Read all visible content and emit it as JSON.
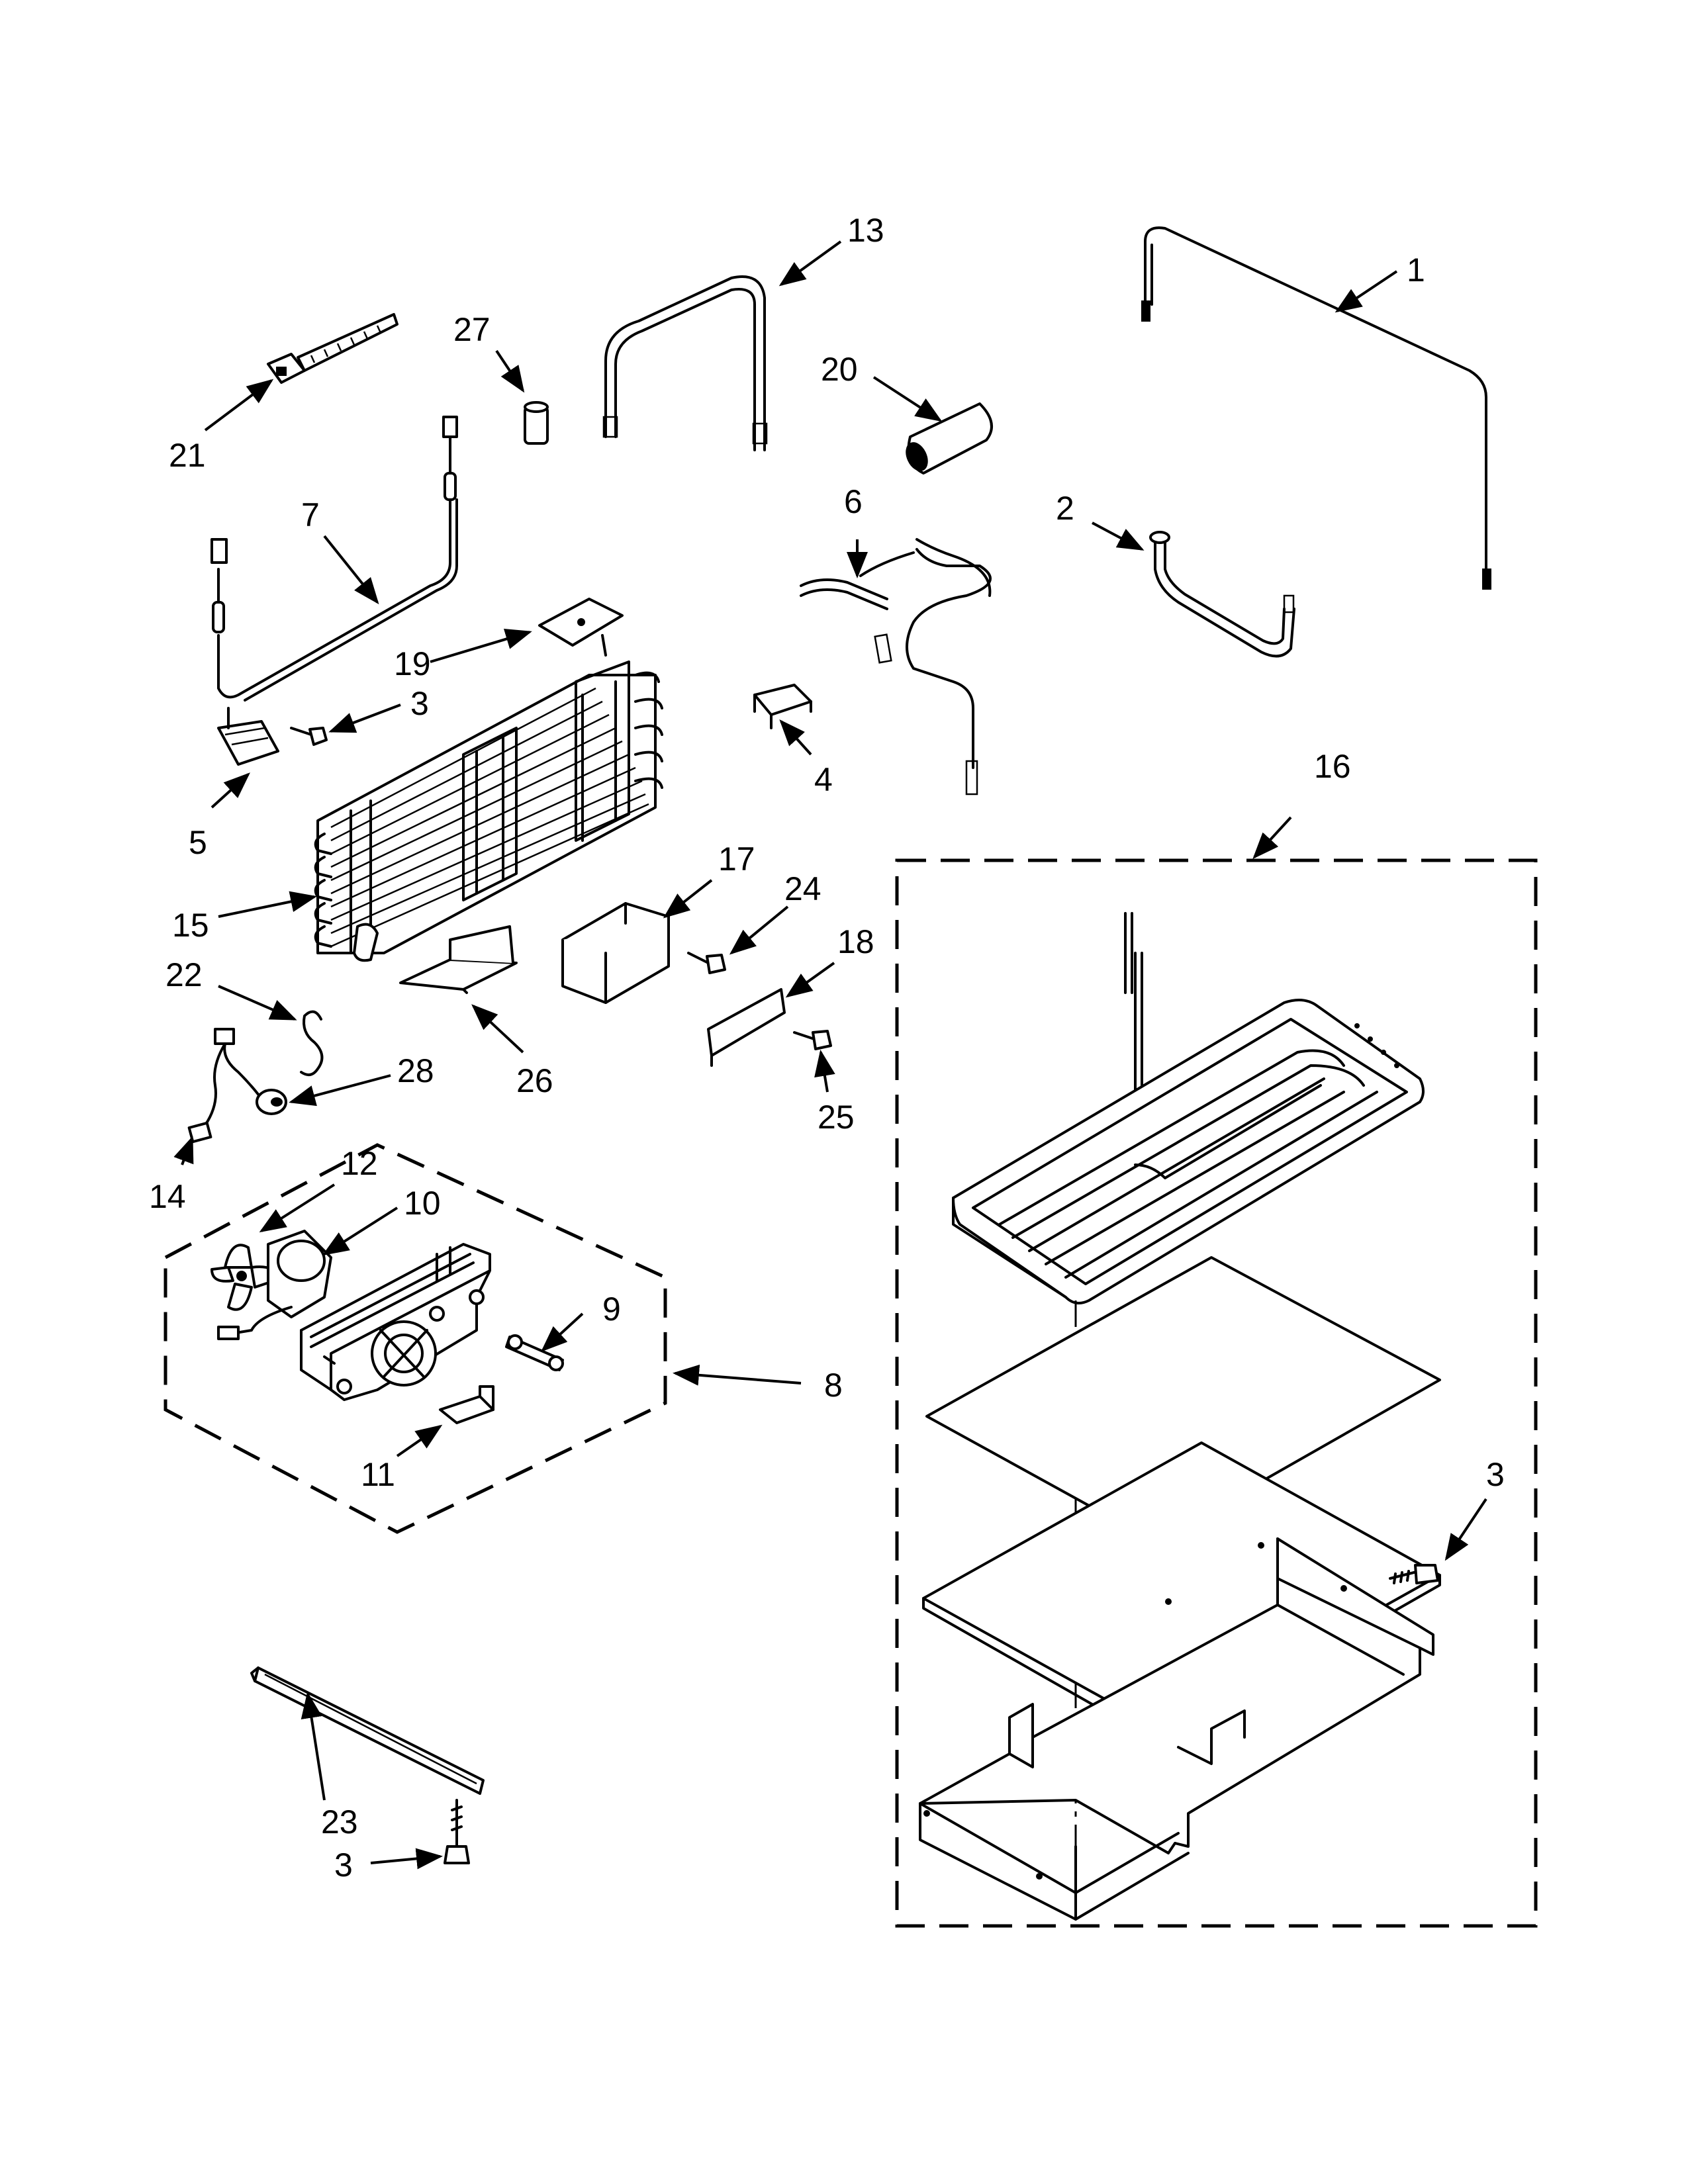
{
  "callouts": {
    "c1": "1",
    "c2": "2",
    "c3a": "3",
    "c3b": "3",
    "c3c": "3",
    "c4": "4",
    "c5": "5",
    "c6": "6",
    "c7": "7",
    "c8": "8",
    "c9": "9",
    "c10": "10",
    "c11": "11",
    "c12": "12",
    "c13": "13",
    "c14": "14",
    "c15": "15",
    "c16": "16",
    "c17": "17",
    "c18": "18",
    "c19": "19",
    "c20": "20",
    "c21": "21",
    "c22": "22",
    "c23": "23",
    "c24": "24",
    "c25": "25",
    "c26": "26",
    "c27": "27",
    "c28": "28"
  }
}
